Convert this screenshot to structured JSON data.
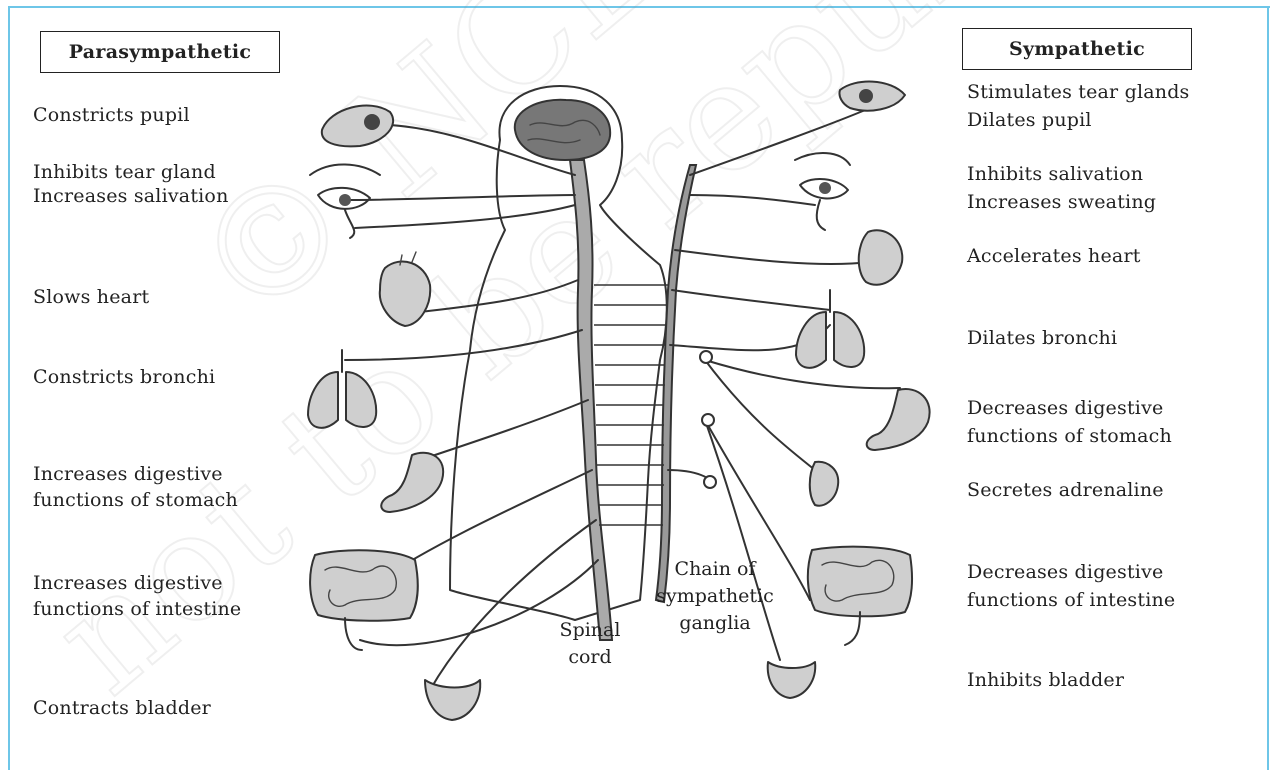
{
  "headers": {
    "parasympathetic": "Parasympathetic",
    "sympathetic": "Sympathetic"
  },
  "parasympathetic": [
    "Constricts pupil",
    "Inhibits tear gland",
    "Increases salivation",
    "Slows heart",
    "Constricts bronchi",
    "Increases digestive",
    "functions of stomach",
    "Increases digestive",
    "functions of intestine",
    "Contracts bladder"
  ],
  "sympathetic": [
    "Stimulates tear glands",
    "Dilates pupil",
    "Inhibits salivation",
    "Increases sweating",
    "Accelerates heart",
    "Dilates bronchi",
    "Decreases digestive",
    "functions of stomach",
    "Secretes adrenaline",
    "Decreases digestive",
    "functions of intestine",
    "Inhibits bladder"
  ],
  "diagram_labels": {
    "spinal_cord": [
      "Spinal",
      "cord"
    ],
    "chain": [
      "Chain of",
      "sympathetic",
      "ganglia"
    ]
  },
  "watermark": {
    "line1": "© NCERT",
    "line2": "not to be republished"
  },
  "colors": {
    "frame": "#6ec6e8",
    "ink": "#333333"
  }
}
